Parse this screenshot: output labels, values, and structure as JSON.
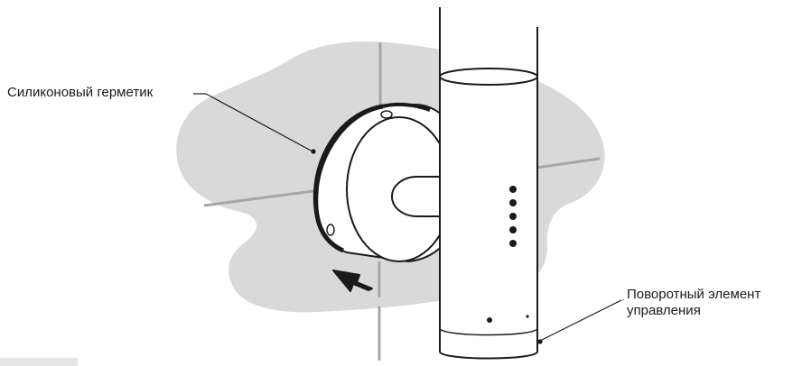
{
  "annotations": {
    "sealant": "Силиконовый герметик",
    "rotary_line1": "Поворотный элемент",
    "rotary_line2": "управления"
  },
  "colors": {
    "wall_patch": "#d9d9d9",
    "tile_grout": "#a6a6a6",
    "outline": "#1a1a1a",
    "fill": "#ffffff",
    "arrow": "#1a1a1a"
  },
  "icons": {
    "direction_arrow": "arrow-left-up-icon"
  }
}
